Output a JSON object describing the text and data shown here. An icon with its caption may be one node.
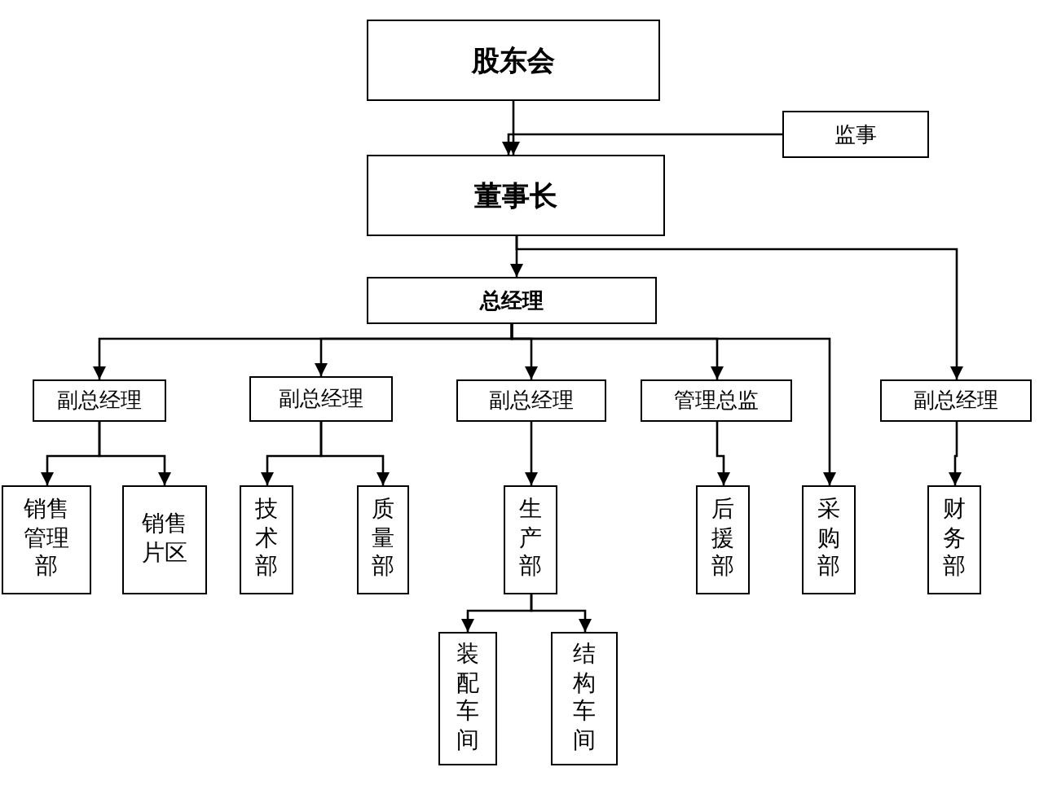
{
  "diagram": {
    "nodes": [
      {
        "text": [
          "股东会"
        ]
      },
      {
        "text": [
          "监事"
        ]
      },
      {
        "text": [
          "董事长"
        ]
      },
      {
        "text": [
          "总经理"
        ]
      },
      {
        "text": [
          "副总经理"
        ]
      },
      {
        "text": [
          "副总经理"
        ]
      },
      {
        "text": [
          "副总经理"
        ]
      },
      {
        "text": [
          "管理总监"
        ]
      },
      {
        "text": [
          "副总经理"
        ]
      },
      {
        "text": [
          "销售管理部"
        ]
      },
      {
        "text": [
          "销售片区"
        ]
      },
      {
        "text": [
          "技术部"
        ]
      },
      {
        "text": [
          "质量部"
        ]
      },
      {
        "text": [
          "生产部"
        ]
      },
      {
        "text": [
          "后援部"
        ]
      },
      {
        "text": [
          "采购部"
        ]
      },
      {
        "text": [
          "财务部"
        ]
      },
      {
        "text": [
          "装配车间"
        ]
      },
      {
        "text": [
          "结构车间"
        ]
      }
    ],
    "edges": [
      {
        "from": 0,
        "to": 2,
        "arrow": "to"
      },
      {
        "from": 1,
        "to": 2,
        "arrow": "to"
      },
      {
        "from": 2,
        "to": 3,
        "arrow": "to"
      },
      {
        "from": 2,
        "to": 8,
        "arrow": "to"
      },
      {
        "from": 3,
        "to": 4,
        "arrow": "to"
      },
      {
        "from": 3,
        "to": 5,
        "arrow": "to"
      },
      {
        "from": 3,
        "to": 6,
        "arrow": "to"
      },
      {
        "from": 3,
        "to": 7,
        "arrow": "to"
      },
      {
        "from": 3,
        "to": 15,
        "arrow": "to"
      },
      {
        "from": 4,
        "to": 9,
        "arrow": "to"
      },
      {
        "from": 4,
        "to": 10,
        "arrow": "to"
      },
      {
        "from": 5,
        "to": 11,
        "arrow": "to"
      },
      {
        "from": 5,
        "to": 12,
        "arrow": "to"
      },
      {
        "from": 6,
        "to": 13,
        "arrow": "to"
      },
      {
        "from": 7,
        "to": 14,
        "arrow": "to"
      },
      {
        "from": 8,
        "to": 16,
        "arrow": "to"
      },
      {
        "from": 13,
        "to": 17,
        "arrow": "to"
      },
      {
        "from": 13,
        "to": 18,
        "arrow": "to"
      }
    ]
  }
}
